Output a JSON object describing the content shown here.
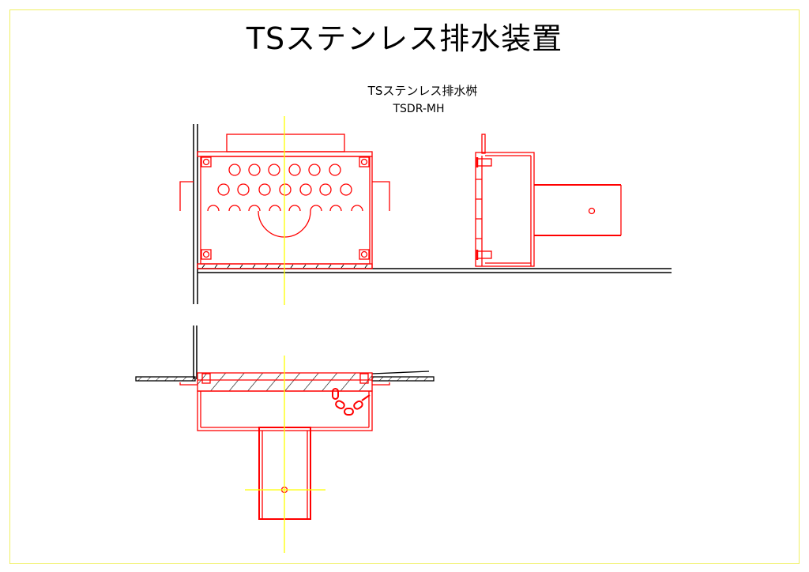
{
  "title": "TSステンレス排水装置",
  "drawing": {
    "name": "TSステンレス排水桝",
    "model": "TSDR-MH"
  },
  "colors": {
    "part": "#ff0000",
    "centerline": "#ffff00",
    "structure": "#000000",
    "frame": "#f0f060"
  }
}
